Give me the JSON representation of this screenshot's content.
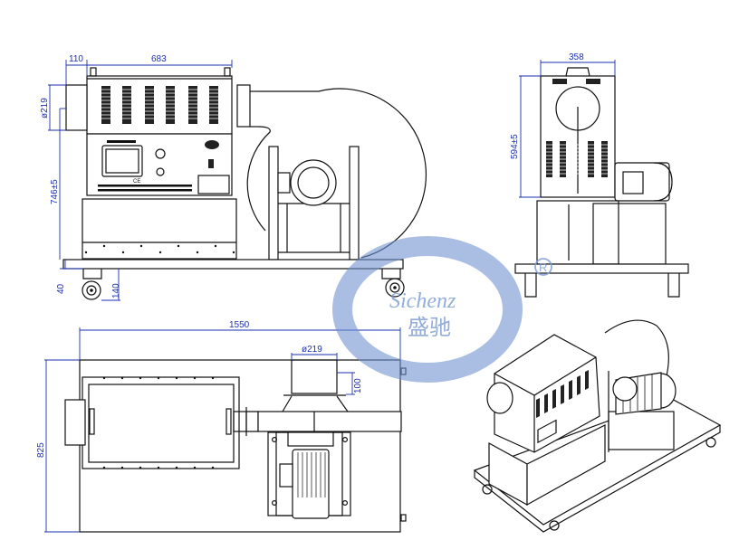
{
  "drawing": {
    "type": "technical-drawing",
    "subject": "mobile air heater with centrifugal blower on wheeled cart",
    "views": [
      {
        "name": "front-view",
        "position": "top-left"
      },
      {
        "name": "side-view",
        "position": "top-right"
      },
      {
        "name": "top-view",
        "position": "bottom-left"
      },
      {
        "name": "isometric-view",
        "position": "bottom-right"
      }
    ]
  },
  "dimensions": {
    "front": {
      "inlet_offset": "110",
      "heater_width": "683",
      "inlet_diameter": "ø219",
      "height": "746±5",
      "frame_height": "40",
      "wheel_height": "140"
    },
    "side": {
      "width": "358",
      "height": "594±5"
    },
    "top": {
      "overall_length": "1550",
      "overall_width": "825",
      "outlet_diameter": "ø219",
      "outlet_length": "100"
    }
  },
  "watermark": {
    "brand_latin": "Sichenz",
    "brand_cn": "盛驰",
    "registered": "R"
  },
  "colors": {
    "dimension": "#1a2fb0",
    "line": "#111111",
    "watermark": "#6f93d0"
  }
}
